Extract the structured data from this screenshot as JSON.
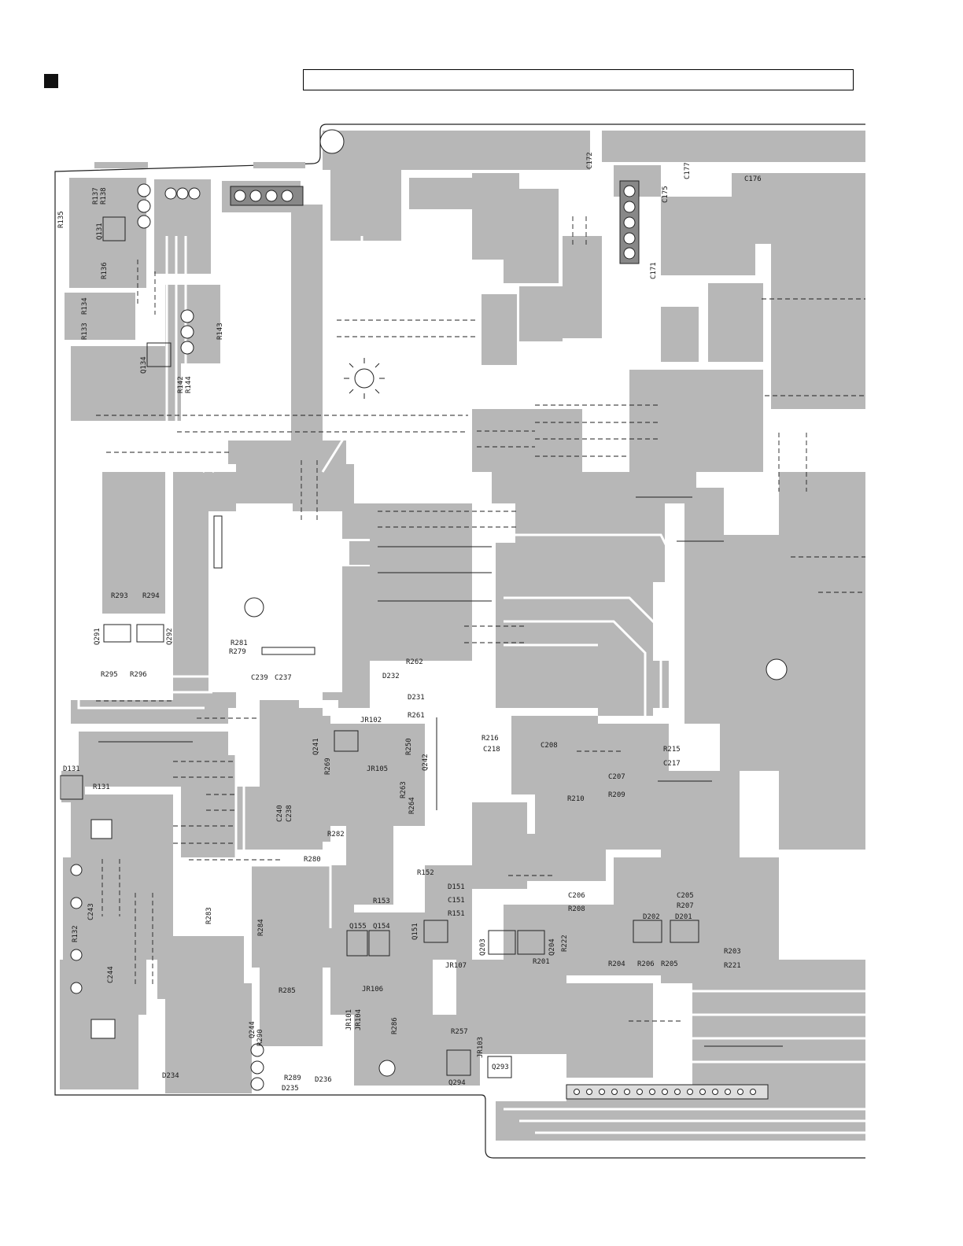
{
  "header": {
    "title_box_text": ""
  },
  "colors": {
    "copper": "#b7b7b7",
    "outline": "#222222",
    "silkscreen": "#1a1a1a",
    "marker": "#111111"
  },
  "pcb": {
    "reference_designators": [
      "R135",
      "R137",
      "R138",
      "Q131",
      "R136",
      "R134",
      "R133",
      "R143",
      "Q134",
      "R142",
      "R144",
      "C172",
      "C177",
      "C176",
      "C175",
      "C171",
      "R293",
      "R294",
      "Q291",
      "Q292",
      "R295",
      "R296",
      "R281",
      "R279",
      "C239",
      "C237",
      "R262",
      "D232",
      "D231",
      "R261",
      "JR102",
      "Q241",
      "R269",
      "R250",
      "Q242",
      "JR105",
      "R263",
      "R264",
      "R216",
      "C218",
      "C208",
      "R215",
      "C217",
      "C207",
      "R210",
      "R209",
      "D131",
      "R131",
      "C240",
      "C238",
      "R282",
      "R280",
      "R152",
      "D151",
      "C151",
      "R151",
      "R153",
      "Q155",
      "Q154",
      "Q151",
      "JR107",
      "C243",
      "R132",
      "C244",
      "R283",
      "R284",
      "R285",
      "JR106",
      "JR101",
      "JR104",
      "R286",
      "R257",
      "JR103",
      "Q293",
      "Q203",
      "Q204",
      "R222",
      "R201",
      "C206",
      "R208",
      "C205",
      "R207",
      "D202",
      "D201",
      "R203",
      "R204",
      "R206",
      "R205",
      "R221",
      "Q244",
      "R290",
      "D234",
      "R289",
      "D235",
      "D236",
      "Q294"
    ]
  }
}
